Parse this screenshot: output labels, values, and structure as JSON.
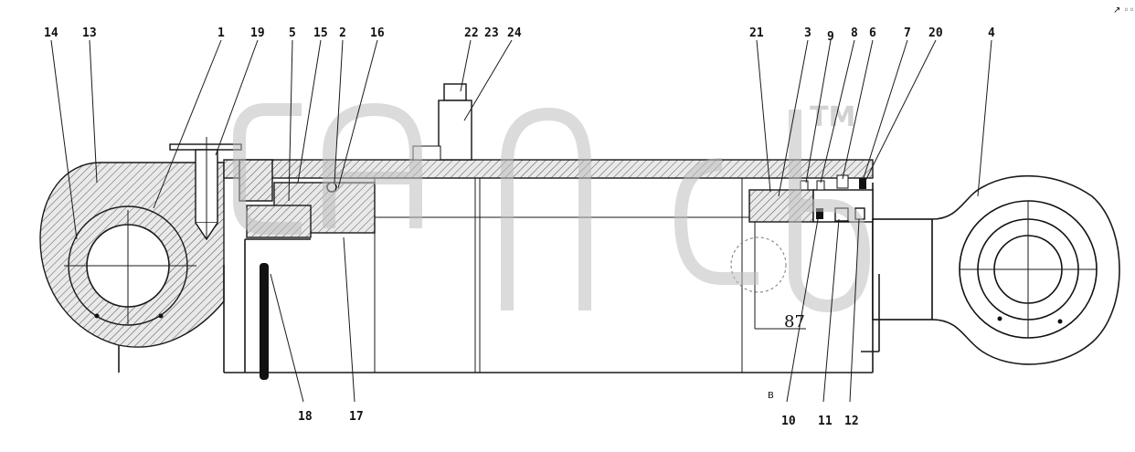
{
  "part_labels": {
    "p1": "1",
    "p2": "2",
    "p3": "3",
    "p4": "4",
    "p5": "5",
    "p6": "6",
    "p7": "7",
    "p8": "8",
    "p9": "9",
    "p10": "10",
    "p11": "11",
    "p12": "12",
    "p13": "13",
    "p14": "14",
    "p15": "15",
    "p16": "16",
    "p17": "17",
    "p18": "18",
    "p19": "19",
    "p20": "20",
    "p21": "21",
    "p22": "22",
    "p23": "23",
    "p24": "24"
  },
  "annotations": {
    "dimension": "87",
    "section_mark": "B",
    "corner_mark": "↗ ◦◦◦"
  },
  "watermark": {
    "tm": "TM"
  }
}
